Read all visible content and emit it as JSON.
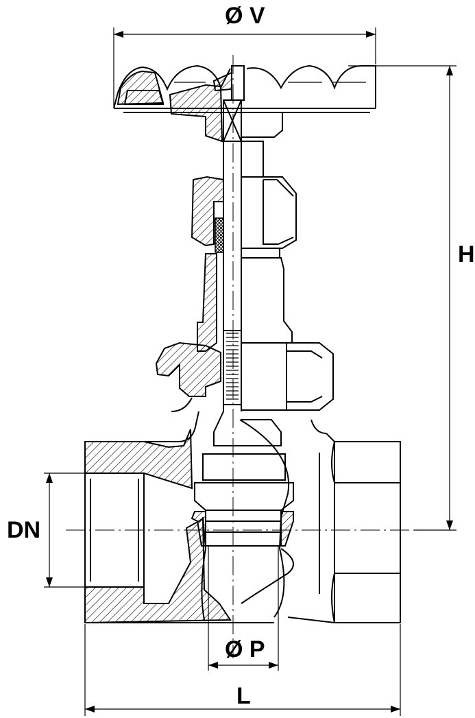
{
  "dimensions": {
    "handwheel_diameter": "Ø V",
    "height": "H",
    "nominal_diameter": "DN",
    "port_diameter": "Ø P",
    "length": "L"
  },
  "colors": {
    "line": "#000000",
    "background": "#ffffff"
  },
  "icons": {
    "diameter_symbol": "Ø"
  }
}
